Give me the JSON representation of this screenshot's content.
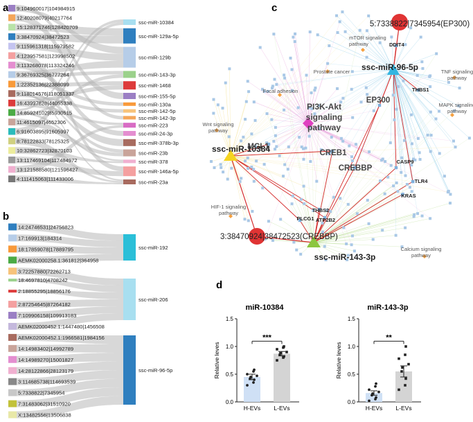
{
  "panel_labels": {
    "a": "a",
    "b": "b",
    "c": "c",
    "d": "d"
  },
  "panel_a": {
    "sources": [
      {
        "label": "9:104960017|104984915",
        "color": "#9b7fc4"
      },
      {
        "label": "12:40208079|40217764",
        "color": "#f4a65a"
      },
      {
        "label": "15:128371746|128420709",
        "color": "#b9e3a8"
      },
      {
        "label": "3:38470924|38472523",
        "color": "#2f7fbf"
      },
      {
        "label": "9:115961318|115979582",
        "color": "#c4c4f0"
      },
      {
        "label": "4:123957581|123998502",
        "color": "#f4a0a0"
      },
      {
        "label": "3:113268078|113324246",
        "color": "#e48ed0"
      },
      {
        "label": "9:36769325|36777264",
        "color": "#b6cde8"
      },
      {
        "label": "1:22352136|22388099",
        "color": "#f89a3a"
      },
      {
        "label": "9:118014576|118051337",
        "color": "#a86b5f"
      },
      {
        "label": "16:43997828|44055338",
        "color": "#dd3b3b"
      },
      {
        "label": "14:85924102|85930515",
        "color": "#4bab45"
      },
      {
        "label": "11:4615097|4652306",
        "color": "#c9a49a"
      },
      {
        "label": "6:91603895|91605997",
        "color": "#2bbbbb"
      },
      {
        "label": "8:78122833|78125325",
        "color": "#d0d080"
      },
      {
        "label": "10:32862723|32870103",
        "color": "#ecec9c"
      },
      {
        "label": "13:117469104|117484972",
        "color": "#9a9a9a"
      },
      {
        "label": "13:121588580|121596427",
        "color": "#f0b0d0"
      },
      {
        "label": "4:111415063|111433006",
        "color": "#777777"
      }
    ],
    "targets": [
      {
        "label": "ssc-miR-10384",
        "color": "#a8dff0"
      },
      {
        "label": "ssc-miR-129a-5p",
        "color": "#2f7fbf"
      },
      {
        "label": "ssc-miR-129b",
        "color": "#b6cde8"
      },
      {
        "label": "ssc-miR-143-3p",
        "color": "#9bd18b"
      },
      {
        "label": "ssc-miR-1468",
        "color": "#dd3b3b"
      },
      {
        "label": "ssc-miR-155-5p",
        "color": "#9b7fc4"
      },
      {
        "label": "ssc-miR-130a",
        "color": "#f89a3a"
      },
      {
        "label": "ssc-miR-142-5p",
        "color": "#f7c37a"
      },
      {
        "label": "ssc-miR-142-3p",
        "color": "#f4a65a"
      },
      {
        "label": "ssc-miR-223",
        "color": "#d86cc4"
      },
      {
        "label": "ssc-miR-24-3p",
        "color": "#e48ed0"
      },
      {
        "label": "ssc-miR-378b-3p",
        "color": "#a86b5f"
      },
      {
        "label": "ssc-miR-23b",
        "color": "#c9a49a"
      },
      {
        "label": "ssc-miR-378",
        "color": "#f0b0d0"
      },
      {
        "label": "ssc-miR-146a-5p",
        "color": "#f4a0a0"
      },
      {
        "label": "ssc-miR-23a",
        "color": "#a86b5f"
      }
    ]
  },
  "panel_b": {
    "sources": [
      {
        "label": "14:24746531|24756823",
        "color": "#2f7fbf"
      },
      {
        "label": "17:169913|184314",
        "color": "#b6cde8"
      },
      {
        "label": "18:17859078|17889795",
        "color": "#f89a3a"
      },
      {
        "label": "AEMK02000258.1:361812|364958",
        "color": "#4bab45"
      },
      {
        "label": "3:72257880|72262713",
        "color": "#f7c37a"
      },
      {
        "label": "18:4697810|4708242",
        "color": "#9bd18b"
      },
      {
        "label": "2:18855295|18856176",
        "color": "#dd3b3b"
      },
      {
        "label": "2:87254645|87264182",
        "color": "#f4a0a0"
      },
      {
        "label": "7:109906158|109913183",
        "color": "#9b7fc4"
      },
      {
        "label": "AEMK02000452.1:1447480|1456508",
        "color": "#c4b8dc"
      },
      {
        "label": "AEMK02000452.1:1966581|1984156",
        "color": "#a86b5f"
      },
      {
        "label": "14:14983402|14992789",
        "color": "#c9a49a"
      },
      {
        "label": "14:14989270|15001827",
        "color": "#e48ed0"
      },
      {
        "label": "14:28122866|28123179",
        "color": "#f0b0d0"
      },
      {
        "label": "3:114685738|114693539",
        "color": "#888888"
      },
      {
        "label": "5:7338822|7345954",
        "color": "#c8c8c8"
      },
      {
        "label": "7:31483062|31510920",
        "color": "#c2c23a"
      },
      {
        "label": "X:13482556|13506838",
        "color": "#e8e8a8"
      }
    ],
    "targets": [
      {
        "label": "ssc-miR-192",
        "color": "#2bbfd8"
      },
      {
        "label": "ssc-miR-206",
        "color": "#a8dff0"
      },
      {
        "label": "ssc-miR-96-5p",
        "color": "#2f7fbf"
      }
    ]
  },
  "panel_c": {
    "big_labels": {
      "ep300_circ": "5:7338822|7345954(EP300)",
      "creb_circ": "3:38470924|38472523(CREBBP)",
      "mir96": "ssc-miR-96-5p",
      "mir10384": "ssc-miR-10384",
      "mir143": "ssc-miR-143-3p",
      "pi3k": "PI3K-Akt signaling pathway",
      "ep300": "EP300",
      "mcl1": "MCL1",
      "creb1": "CREB1",
      "crebbp": "CREBBP"
    },
    "small_labels": [
      "DDIT4",
      "mTOR signaling pathway",
      "Prostate cancer",
      "TNF signaling pathway",
      "THBS1",
      "MAPK signaling pathway",
      "Focal adhesion",
      "Wnt signaling pathway",
      "CASP9",
      "TLR4",
      "KRAS",
      "HIF-1 signaling pathway",
      "THBS2",
      "PLCG1",
      "ATP2B2",
      "Calcium signaling pathway"
    ]
  },
  "chart_data": [
    {
      "type": "bar",
      "title": "miR-10384",
      "ylabel": "Relative leves",
      "categories": [
        "H-EVs",
        "L-EVs"
      ],
      "values": [
        0.45,
        0.87
      ],
      "errors": [
        0.05,
        0.04
      ],
      "ylim": [
        0,
        1.5
      ],
      "yticks": [
        "0.0",
        "0.5",
        "1.0",
        "1.5"
      ],
      "significance": "***",
      "points": [
        [
          0.3,
          0.35,
          0.4,
          0.42,
          0.45,
          0.47,
          0.5,
          0.55,
          0.58
        ],
        [
          0.75,
          0.8,
          0.82,
          0.85,
          0.88,
          0.9,
          0.95,
          0.98,
          1.0
        ]
      ],
      "colors": [
        "#cfe0f5",
        "#d4d4d4"
      ]
    },
    {
      "type": "bar",
      "title": "miR-143-3p",
      "ylabel": "Relative leves",
      "categories": [
        "H-EVs",
        "L-EVs"
      ],
      "values": [
        0.16,
        0.55
      ],
      "errors": [
        0.04,
        0.1
      ],
      "ylim": [
        0,
        1.5
      ],
      "yticks": [
        "0.0",
        "0.5",
        "1.0",
        "1.5"
      ],
      "significance": "**",
      "points": [
        [
          0.02,
          0.05,
          0.08,
          0.12,
          0.15,
          0.18,
          0.22,
          0.28,
          0.33
        ],
        [
          0.22,
          0.3,
          0.42,
          0.55,
          0.62,
          0.68,
          0.78,
          0.85,
          1.0
        ]
      ],
      "colors": [
        "#cfe0f5",
        "#d4d4d4"
      ]
    }
  ]
}
